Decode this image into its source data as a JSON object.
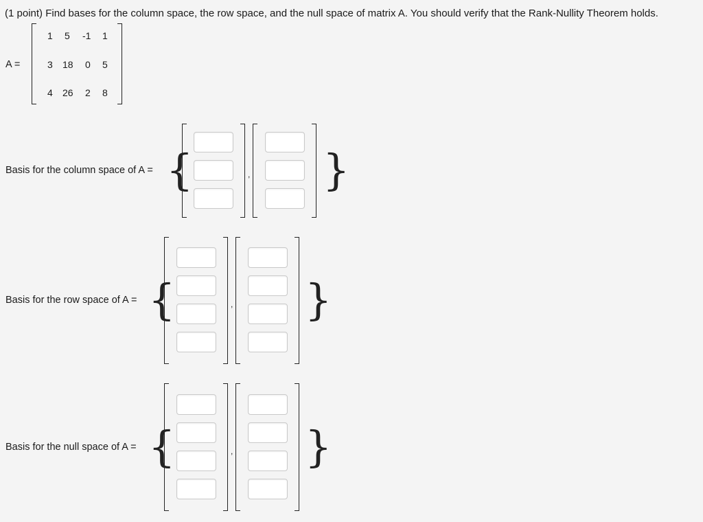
{
  "prompt": "(1 point) Find bases for the column space, the row space, and the null space of matrix A. You should verify that the Rank-Nullity Theorem holds.",
  "matrix": {
    "label": "A =",
    "rows": [
      [
        "1",
        "5",
        "-1",
        "1"
      ],
      [
        "3",
        "18",
        "0",
        "5"
      ],
      [
        "4",
        "26",
        "2",
        "8"
      ]
    ]
  },
  "sections": {
    "column": {
      "label": "Basis for the column space of A ="
    },
    "row": {
      "label": "Basis for the row space of A ="
    },
    "null": {
      "label": "Basis for the null space of A ="
    }
  },
  "symbols": {
    "open_brace": "{",
    "close_brace": "}",
    "comma": ","
  },
  "answers": {
    "column": [
      [
        "",
        "",
        ""
      ],
      [
        "",
        "",
        ""
      ]
    ],
    "row": [
      [
        "",
        "",
        "",
        ""
      ],
      [
        "",
        "",
        "",
        ""
      ]
    ],
    "null": [
      [
        "",
        "",
        "",
        ""
      ],
      [
        "",
        "",
        "",
        ""
      ]
    ]
  }
}
